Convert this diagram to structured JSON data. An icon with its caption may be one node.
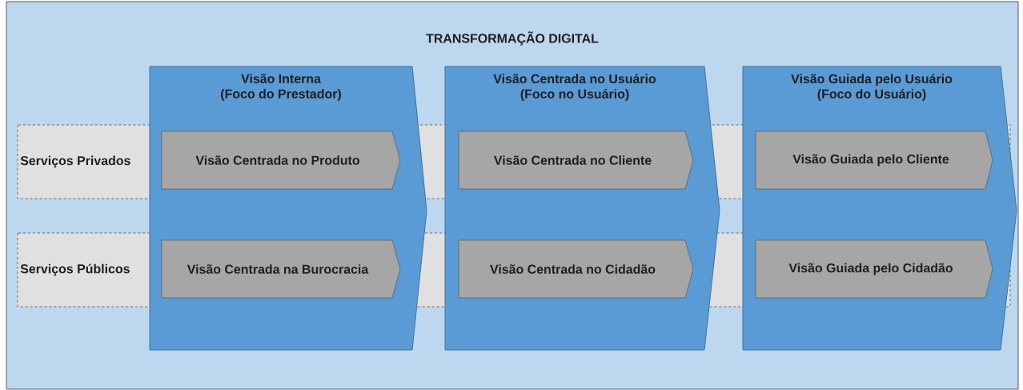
{
  "diagram": {
    "nodes": [
      {
        "text": [
          "TRANSFORMAÇÃO DIGITAL"
        ]
      },
      {
        "text": [
          "Serviços Privados"
        ],
        "in": 0
      },
      {
        "text": [
          "Serviços Públicos"
        ],
        "in": 0
      },
      {
        "text": [
          "Visão Interna",
          "(Foco do Prestador)"
        ],
        "in": 0
      },
      {
        "text": [
          "Visão Centrada no Usuário",
          "(Foco no Usuário)"
        ],
        "in": 0
      },
      {
        "text": [
          "Visão Guiada pelo Usuário",
          "(Foco do Usuário)"
        ],
        "in": 0
      },
      {
        "text": [
          "Visão Centrada no Produto"
        ]
      },
      {
        "text": [
          "Visão Centrada na Burocracia"
        ]
      },
      {
        "text": [
          "Visão Centrada no Cliente"
        ]
      },
      {
        "text": [
          "Visão Centrada no Cidadão"
        ]
      },
      {
        "text": [
          "Visão Guiada pelo Cliente"
        ]
      },
      {
        "text": [
          "Visão Guiada pelo Cidadão"
        ]
      }
    ]
  }
}
